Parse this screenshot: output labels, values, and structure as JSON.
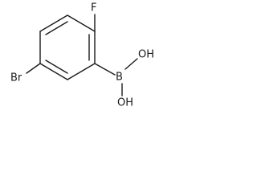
{
  "molecule": {
    "atoms": {
      "fluorine": "F",
      "bromine": "Br",
      "boron": "B",
      "hydroxyl_upper": "OH",
      "hydroxyl_lower": "OH"
    },
    "colors": {
      "bond": "#1a1a1a",
      "label": "#1a1a1a",
      "background": "#ffffff"
    }
  }
}
